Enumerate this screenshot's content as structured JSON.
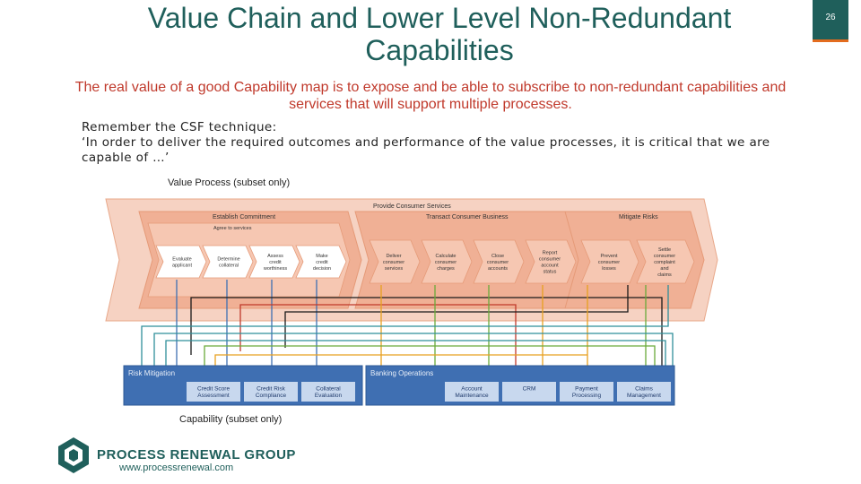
{
  "header": {
    "title": "Value Chain and Lower Level Non-Redundant Capabilities",
    "subtitle": "The real value of a good Capability map  is to expose and be able to subscribe to non-redundant capabilities and services that will support multiple  processes.",
    "page_number": "26"
  },
  "body": {
    "text": "Remember the CSF technique:\n‘In order to deliver the required outcomes and performance of the value processes, it is critical that we are capable of …’"
  },
  "diagram": {
    "value_process_label": "Value Process (subset only)",
    "capability_label": "Capability (subset only)",
    "top_process": "Provide Consumer Services",
    "groups": {
      "establish": "Establish Commitment",
      "agree": "Agree to services",
      "transact": "Transact Consumer Business",
      "mitigate": "Mitigate Risks"
    },
    "steps": [
      "Evaluate\napplicant",
      "Determine\ncollateral",
      "Assess\ncredit\nworthiness",
      "Make\ncredit\ndecision",
      "Deliver\nconsumer\nservices",
      "Calculate\nconsumer\ncharges",
      "Close\nconsumer\naccounts",
      "Report\nconsumer\naccount\nstatus",
      "Prevent\nconsumer\nlosses",
      "Settle\nconsumer\ncomplaint\nand\nclaims"
    ],
    "risk": {
      "title": "Risk Mitigation",
      "items": [
        "Credit Score\nAssessment",
        "Credit Risk\nCompliance",
        "Collateral\nEvaluation"
      ]
    },
    "banking": {
      "title": "Banking Operations",
      "items": [
        "Account\nMaintenance",
        "CRM",
        "Payment\nProcessing",
        "Claims\nManagement"
      ]
    }
  },
  "footer": {
    "logo_text": "PROCESS RENEWAL GROUP",
    "url": "www.processrenewal.com"
  },
  "colors": {
    "accent": "#1f5f5b",
    "subtitle": "#c0392b",
    "chevron_outer": "#f6d2c2",
    "chevron_inner": "#f0b095",
    "capability_bar": "#3f6fb2",
    "capability_item": "#c8d8ee",
    "page_border": "#e36c1e"
  }
}
